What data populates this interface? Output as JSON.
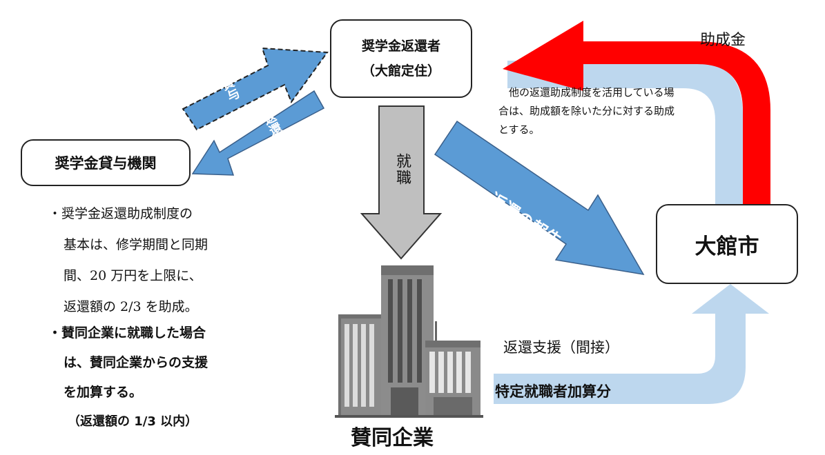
{
  "nodes": {
    "repayer_line1": "奨学金返還者",
    "repayer_line2": "（大館定住）",
    "lender": "奨学金貸与機関",
    "city": "大館市",
    "company": "賛同企業"
  },
  "arrows": {
    "loan": "貸与",
    "repay": "返還",
    "employment": "就職",
    "report": "返還の報告",
    "subsidy": "助成金",
    "support_indirect": "返還支援（間接）",
    "special_addition": "特定就職者加算分"
  },
  "notes": {
    "other_subsidy": [
      "他の返還助成制度を活用している場",
      "合は、助成額を除いた分に対する助成",
      "とする。"
    ],
    "bullet1_lines": [
      "・奨学金返還助成制度の",
      "基本は、修学期間と同期",
      "間、20 万円を上限に、",
      "返還額の 2/3 を助成。"
    ],
    "bullet2_lines": [
      "・賛同企業に就職した場合",
      "は、賛同企業からの支援",
      "を加算する。"
    ],
    "bullet2_sub": "（返還額の 1/3 以内）"
  },
  "colors": {
    "blue_arrow": "#5b9bd5",
    "light_blue_arrow": "#bdd7ee",
    "red_arrow": "#ff0000",
    "gray_arrow": "#bfbfbf"
  }
}
